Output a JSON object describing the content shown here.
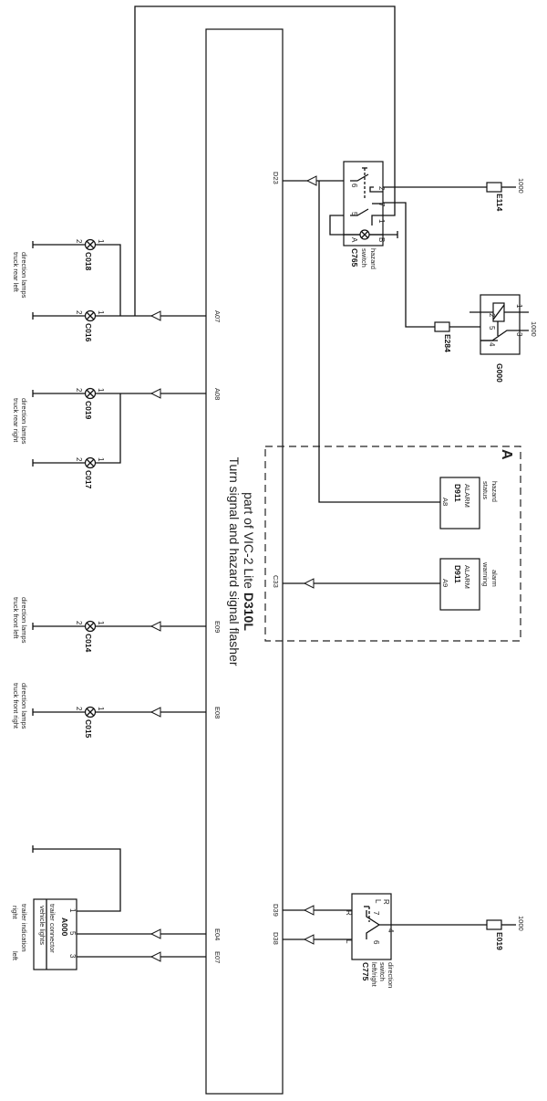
{
  "diagram": {
    "title_line1_prefix": "part of VIC-2 Lite ",
    "title_line1_bold": "D310L",
    "title_line2": "Turn signal and hazard signal flasher",
    "module_area_label": "A",
    "bus_pins": {
      "D23": "D23",
      "A07": "A07",
      "A08": "A08",
      "C33": "C33",
      "E09": "E09",
      "E08": "E08",
      "D39": "D39",
      "D38": "D38",
      "E04": "E04",
      "E07": "E07"
    },
    "lamps": [
      {
        "id": "C018",
        "pin1": "1",
        "pin2": "2"
      },
      {
        "id": "C016",
        "pin1": "1",
        "pin2": "2"
      },
      {
        "id": "C019",
        "pin1": "1",
        "pin2": "2"
      },
      {
        "id": "C017",
        "pin1": "1",
        "pin2": "2"
      },
      {
        "id": "C014",
        "pin1": "1",
        "pin2": "2"
      },
      {
        "id": "C015",
        "pin1": "1",
        "pin2": "2"
      }
    ],
    "lamp_groups": [
      {
        "line1": "direction lamps",
        "line2": "truck rear left"
      },
      {
        "line1": "direction lamps",
        "line2": "truck rear right"
      },
      {
        "line1": "direction lamps",
        "line2": "truck front left"
      },
      {
        "line1": "direction lamps",
        "line2": "truck front right"
      }
    ],
    "hazard_switch": {
      "id": "C765",
      "line1": "hazard",
      "line2": "switch",
      "pins": [
        "6",
        "2",
        "7",
        "5",
        "1",
        "A",
        "B"
      ]
    },
    "fuses": [
      {
        "id": "E114",
        "supply": "1000"
      },
      {
        "id": "E284",
        "supply": ""
      },
      {
        "id": "E019",
        "supply": "1000"
      }
    ],
    "relay": {
      "id": "G000",
      "supply": "1000",
      "pins": [
        "2",
        "1",
        "5",
        "3",
        "4"
      ]
    },
    "alarms": [
      {
        "desc1": "hazard",
        "desc2": "status",
        "name": "ALARM",
        "id": "D911",
        "pin": "A8"
      },
      {
        "desc1": "alarm",
        "desc2": "warning",
        "name": "ALARM",
        "id": "D911",
        "pin": "A9"
      }
    ],
    "direction_switch": {
      "id": "C775",
      "line1": "direction",
      "line2": "switch",
      "line3": "left/right",
      "pins": {
        "r_top": "R",
        "l_top": "L",
        "p7": "7",
        "p6": "6",
        "p4": "4",
        "R": "R",
        "L": "L"
      }
    },
    "trailer_connector": {
      "id": "A000",
      "line1": "trailer connector",
      "line2": "vehicle lights",
      "pins": [
        "1",
        "5",
        "3"
      ],
      "caption": "trailer indication",
      "right": "right",
      "left": "left"
    }
  }
}
